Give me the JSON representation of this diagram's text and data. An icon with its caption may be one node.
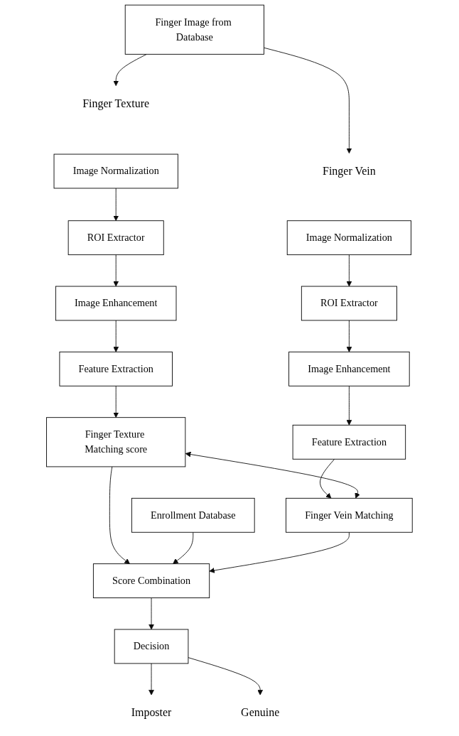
{
  "diagram": {
    "nodes": [
      {
        "text": [
          "Finger Image from Database"
        ]
      },
      {
        "text": [
          "Finger Texture"
        ]
      },
      {
        "text": [
          "Finger Vein"
        ]
      },
      {
        "text": [
          "Image Normalization"
        ]
      },
      {
        "text": [
          "ROI Extractor"
        ]
      },
      {
        "text": [
          "Image Enhancement"
        ]
      },
      {
        "text": [
          "Feature Extraction"
        ]
      },
      {
        "text": [
          "Finger Texture Matching score"
        ]
      },
      {
        "text": [
          "Image Normalization"
        ]
      },
      {
        "text": [
          "ROI Extractor"
        ]
      },
      {
        "text": [
          "Image Enhancement"
        ]
      },
      {
        "text": [
          "Feature Extraction"
        ]
      },
      {
        "text": [
          "Finger Vein Matching"
        ]
      },
      {
        "text": [
          "Enrollment Database"
        ]
      },
      {
        "text": [
          "Score Combination"
        ]
      },
      {
        "text": [
          "Decision"
        ]
      },
      {
        "text": [
          "Imposter"
        ]
      },
      {
        "text": [
          "Genuine"
        ]
      }
    ],
    "edges": [
      {
        "from": 0,
        "to": 1,
        "arrow": "to"
      },
      {
        "from": 0,
        "to": 2,
        "arrow": "to"
      },
      {
        "from": 3,
        "to": 4,
        "arrow": "to"
      },
      {
        "from": 4,
        "to": 5,
        "arrow": "to"
      },
      {
        "from": 5,
        "to": 6,
        "arrow": "to"
      },
      {
        "from": 6,
        "to": 7,
        "arrow": "to"
      },
      {
        "from": 8,
        "to": 9,
        "arrow": "to"
      },
      {
        "from": 9,
        "to": 10,
        "arrow": "to"
      },
      {
        "from": 10,
        "to": 11,
        "arrow": "to"
      },
      {
        "from": 11,
        "to": 12,
        "arrow": "to"
      },
      {
        "from": 7,
        "to": 12,
        "arrow": "both"
      },
      {
        "from": 7,
        "to": 14,
        "arrow": "to"
      },
      {
        "from": 13,
        "to": 14,
        "arrow": "to"
      },
      {
        "from": 12,
        "to": 14,
        "arrow": "to"
      },
      {
        "from": 14,
        "to": 15,
        "arrow": "to"
      },
      {
        "from": 15,
        "to": 16,
        "arrow": "to"
      },
      {
        "from": 15,
        "to": 17,
        "arrow": "to"
      }
    ]
  }
}
